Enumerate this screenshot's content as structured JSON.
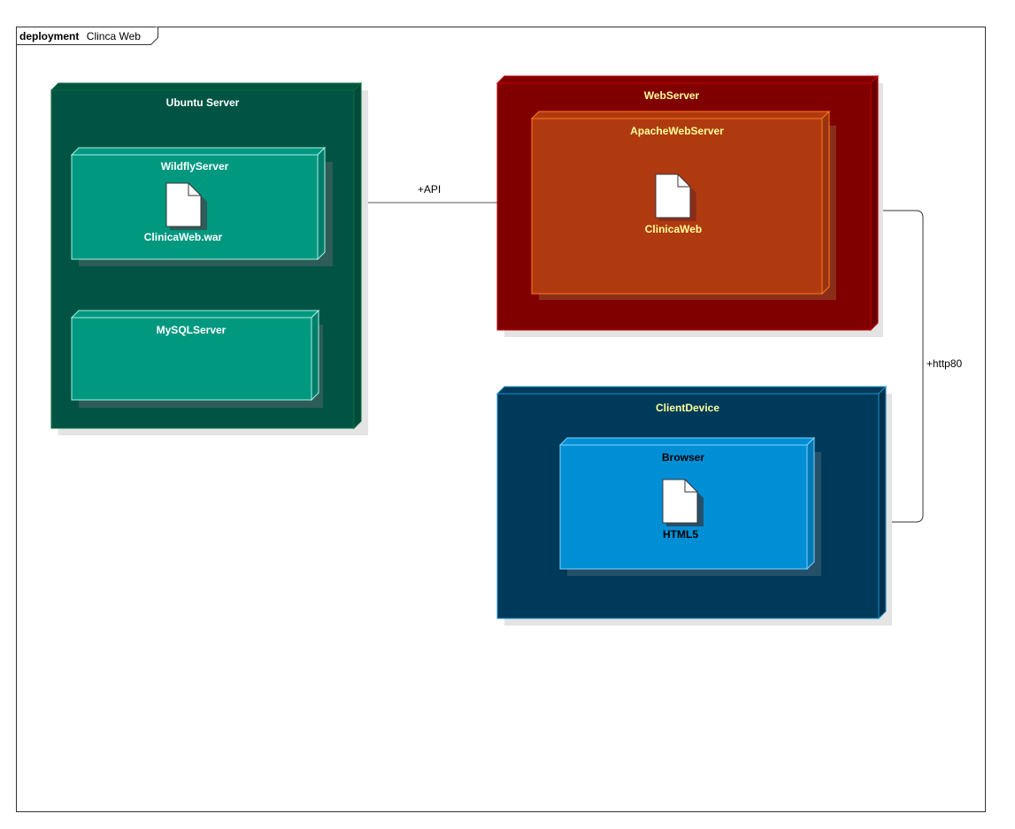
{
  "diagram": {
    "frame": {
      "keyword": "deployment",
      "name": "Clinca Web"
    },
    "nodes": {
      "ubuntu": {
        "title": "Ubuntu Server"
      },
      "wildfly": {
        "title": "WildflyServer",
        "artifact": "ClinicaWeb.war"
      },
      "mysql": {
        "title": "MySQLServer"
      },
      "webserver": {
        "title": "WebServer"
      },
      "apache": {
        "title": "ApacheWebServer",
        "artifact": "ClinicaWeb"
      },
      "client": {
        "title": "ClientDevice"
      },
      "browser": {
        "title": "Browser",
        "artifact": "HTML5"
      }
    },
    "connections": {
      "api": {
        "label": "+API"
      },
      "http": {
        "label": "+http80"
      }
    },
    "colors": {
      "ubuntu": "#015444",
      "wildfly": "#019880",
      "webserver": "#800000",
      "apache": "#b03a10",
      "client": "#003a5a",
      "browser": "#008fd5",
      "title_light": "#ffffff",
      "title_yellow": "#ffff99"
    }
  }
}
